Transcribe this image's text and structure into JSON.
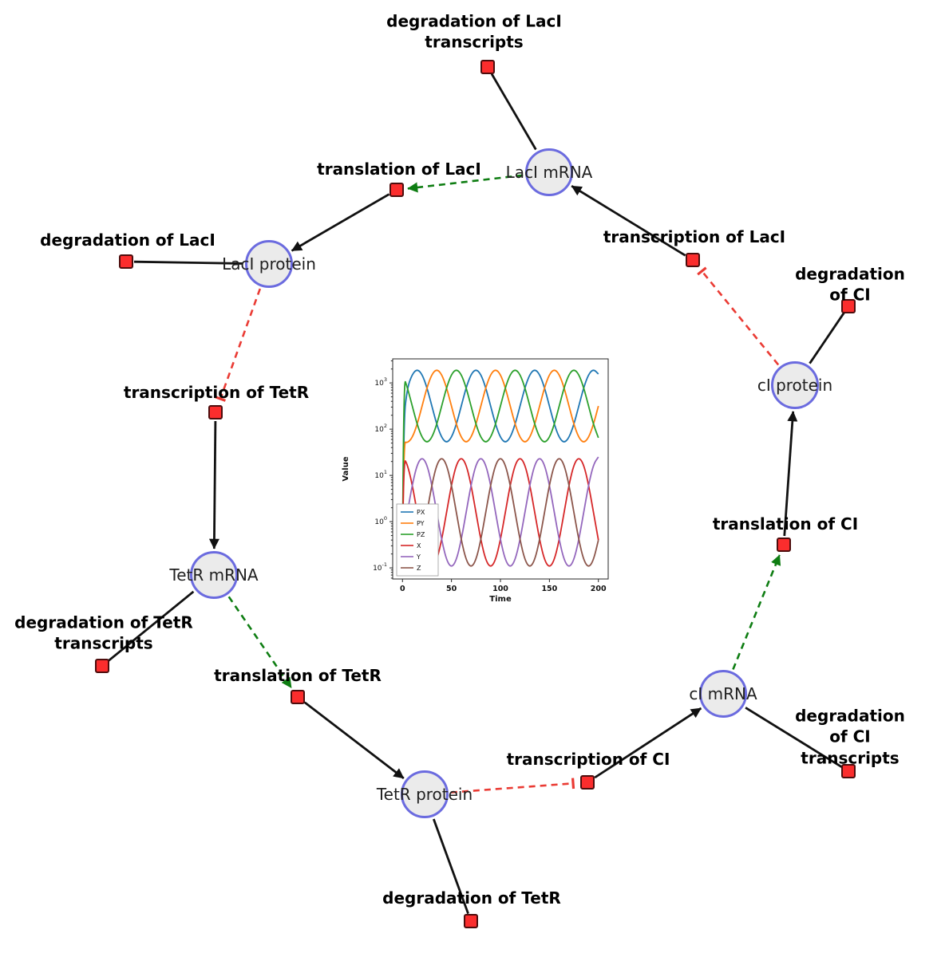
{
  "diagram": {
    "species": [
      {
        "id": "laci_mrna",
        "label": "LacI mRNA"
      },
      {
        "id": "laci_protein",
        "label": "LacI protein"
      },
      {
        "id": "tetr_mrna",
        "label": "TetR mRNA"
      },
      {
        "id": "tetr_protein",
        "label": "TetR protein"
      },
      {
        "id": "ci_mrna",
        "label": "cI mRNA"
      },
      {
        "id": "ci_protein",
        "label": "cI protein"
      }
    ],
    "reactions": [
      {
        "id": "deg_laci_tr",
        "label": "degradation of LacI\ntranscripts"
      },
      {
        "id": "transl_laci",
        "label": "translation of LacI"
      },
      {
        "id": "transc_laci",
        "label": "transcription of LacI"
      },
      {
        "id": "deg_laci",
        "label": "degradation of LacI"
      },
      {
        "id": "deg_ci",
        "label": "degradation of CI"
      },
      {
        "id": "transc_tetr",
        "label": "transcription of TetR"
      },
      {
        "id": "transl_ci",
        "label": "translation of CI"
      },
      {
        "id": "deg_tetr_tr",
        "label": "degradation of TetR\ntranscripts"
      },
      {
        "id": "transl_tetr",
        "label": "translation of TetR"
      },
      {
        "id": "transc_ci",
        "label": "transcription of CI"
      },
      {
        "id": "deg_ci_tr",
        "label": "degradation of CI\ntranscripts"
      },
      {
        "id": "deg_tetr",
        "label": "degradation of TetR"
      }
    ],
    "edges": [
      {
        "from": "laci_mrna",
        "to": "deg_laci_tr",
        "type": "consumption"
      },
      {
        "from": "transl_laci",
        "to": "laci_protein",
        "type": "production"
      },
      {
        "from": "transc_laci",
        "to": "laci_mrna",
        "type": "production"
      },
      {
        "from": "laci_protein",
        "to": "deg_laci",
        "type": "consumption"
      },
      {
        "from": "ci_protein",
        "to": "deg_ci",
        "type": "consumption"
      },
      {
        "from": "transc_tetr",
        "to": "tetr_mrna",
        "type": "production"
      },
      {
        "from": "tetr_mrna",
        "to": "deg_tetr_tr",
        "type": "consumption"
      },
      {
        "from": "transl_tetr",
        "to": "tetr_protein",
        "type": "production"
      },
      {
        "from": "tetr_protein",
        "to": "deg_tetr",
        "type": "consumption"
      },
      {
        "from": "transc_ci",
        "to": "ci_mrna",
        "type": "production"
      },
      {
        "from": "ci_mrna",
        "to": "deg_ci_tr",
        "type": "consumption"
      },
      {
        "from": "transl_ci",
        "to": "ci_protein",
        "type": "production"
      },
      {
        "from": "laci_mrna",
        "to": "transl_laci",
        "type": "catalysis"
      },
      {
        "from": "tetr_mrna",
        "to": "transl_tetr",
        "type": "catalysis"
      },
      {
        "from": "ci_mrna",
        "to": "transl_ci",
        "type": "catalysis"
      },
      {
        "from": "laci_protein",
        "to": "transc_tetr",
        "type": "inhibition"
      },
      {
        "from": "ci_protein",
        "to": "transc_laci",
        "type": "inhibition"
      },
      {
        "from": "tetr_protein",
        "to": "transc_ci",
        "type": "inhibition"
      }
    ],
    "colors": {
      "species_fill": "#ebebeb",
      "species_stroke": "#6b6bdf",
      "reaction_fill": "#fb2d2d",
      "reaction_stroke": "#4d0d0d",
      "edge": "#111111",
      "catalysis": "#0e7d12",
      "inhibition": "#ea3b34"
    }
  },
  "chart_data": {
    "type": "line",
    "title": "",
    "xlabel": "Time",
    "ylabel": "Value",
    "y_scale": "log",
    "grid": false,
    "legend_position": "lower left",
    "x_ticks": [
      0,
      50,
      100,
      150,
      200
    ],
    "y_ticks_exp": [
      -1,
      0,
      1,
      2,
      3
    ],
    "xlim": [
      -10,
      210
    ],
    "ylim_exp": [
      -1.24,
      3.52
    ],
    "x": [
      0,
      1,
      5,
      10,
      15,
      20,
      25,
      30,
      35,
      40,
      45,
      50,
      55,
      60,
      65,
      70,
      75,
      80,
      85,
      90,
      95,
      100,
      105,
      110,
      115,
      120,
      125,
      130,
      135,
      140,
      145,
      150,
      155,
      160,
      165,
      170,
      175,
      180,
      185,
      190,
      195,
      200
    ],
    "series": [
      {
        "name": "PX",
        "color": "#1f77b4",
        "values": [
          0.12,
          150,
          794,
          1556,
          1995,
          1556,
          794,
          316,
          126,
          65,
          50,
          65,
          126,
          316,
          794,
          1556,
          1995,
          1556,
          794,
          316,
          126,
          65,
          50,
          65,
          126,
          316,
          794,
          1556,
          1995,
          1556,
          794,
          316,
          126,
          65,
          50,
          65,
          126,
          316,
          794,
          1556,
          1995,
          1556
        ]
      },
      {
        "name": "PY",
        "color": "#ff7f0e",
        "values": [
          0.12,
          55,
          50,
          65,
          126,
          316,
          794,
          1556,
          1995,
          1556,
          794,
          316,
          126,
          65,
          50,
          65,
          126,
          316,
          794,
          1556,
          1995,
          1556,
          794,
          316,
          126,
          65,
          50,
          65,
          126,
          316,
          794,
          1556,
          1995,
          1556,
          794,
          316,
          126,
          65,
          50,
          65,
          126,
          316
        ]
      },
      {
        "name": "PZ",
        "color": "#2ca02c",
        "values": [
          0.12,
          1400,
          794,
          316,
          126,
          65,
          50,
          65,
          126,
          316,
          794,
          1556,
          1995,
          1556,
          794,
          316,
          126,
          65,
          50,
          65,
          126,
          316,
          794,
          1556,
          1995,
          1556,
          794,
          316,
          126,
          65,
          50,
          65,
          126,
          316,
          794,
          1556,
          1995,
          1556,
          794,
          316,
          126,
          65
        ]
      },
      {
        "name": "X",
        "color": "#d62728",
        "values": [
          0.2,
          24,
          17.4,
          6.3,
          1.58,
          0.4,
          0.145,
          0.1,
          0.145,
          0.4,
          1.58,
          6.3,
          17.4,
          25.1,
          17.4,
          6.3,
          1.58,
          0.4,
          0.145,
          0.1,
          0.145,
          0.4,
          1.58,
          6.3,
          17.4,
          25.1,
          17.4,
          6.3,
          1.58,
          0.4,
          0.145,
          0.1,
          0.145,
          0.4,
          1.58,
          6.3,
          17.4,
          25.1,
          17.4,
          6.3,
          1.58,
          0.4
        ]
      },
      {
        "name": "Y",
        "color": "#9467bd",
        "values": [
          0.2,
          0.5,
          1.58,
          6.3,
          17.4,
          25.1,
          17.4,
          6.3,
          1.58,
          0.4,
          0.145,
          0.1,
          0.145,
          0.4,
          1.58,
          6.3,
          17.4,
          25.1,
          17.4,
          6.3,
          1.58,
          0.4,
          0.145,
          0.1,
          0.145,
          0.4,
          1.58,
          6.3,
          17.4,
          25.1,
          17.4,
          6.3,
          1.58,
          0.4,
          0.145,
          0.1,
          0.145,
          0.4,
          1.58,
          6.3,
          17.4,
          25.1
        ]
      },
      {
        "name": "Z",
        "color": "#8c564b",
        "values": [
          0.2,
          0.3,
          0.145,
          0.1,
          0.145,
          0.4,
          1.58,
          6.3,
          17.4,
          25.1,
          17.4,
          6.3,
          1.58,
          0.4,
          0.145,
          0.1,
          0.145,
          0.4,
          1.58,
          6.3,
          17.4,
          25.1,
          17.4,
          6.3,
          1.58,
          0.4,
          0.145,
          0.1,
          0.145,
          0.4,
          1.58,
          6.3,
          17.4,
          25.1,
          17.4,
          6.3,
          1.58,
          0.4,
          0.145,
          0.1,
          0.145,
          0.4
        ]
      }
    ]
  }
}
